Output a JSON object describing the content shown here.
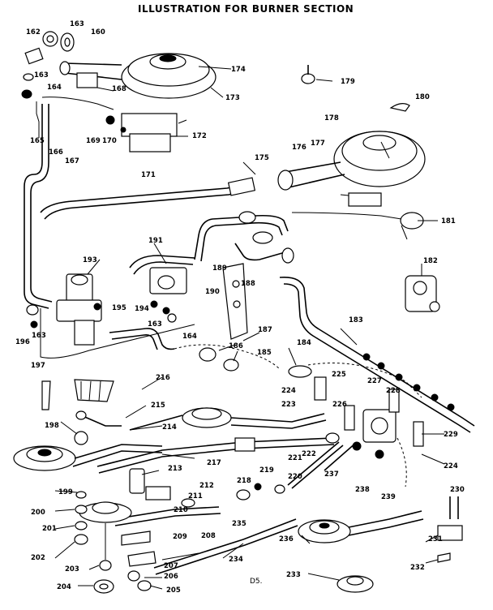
{
  "diagram": {
    "title": "ILLUSTRATION FOR BURNER SECTION",
    "page_number": "D5.",
    "part_labels": [
      "162",
      "163",
      "160",
      "174",
      "173",
      "163",
      "164",
      "168",
      "179",
      "180",
      "165",
      "169",
      "170",
      "172",
      "178",
      "176",
      "177",
      "166",
      "167",
      "175",
      "171",
      "181",
      "191",
      "193",
      "189",
      "188",
      "182",
      "196",
      "163",
      "195",
      "194",
      "163",
      "164",
      "190",
      "183",
      "187",
      "186",
      "185",
      "184",
      "197",
      "216",
      "215",
      "214",
      "223",
      "225",
      "224",
      "227",
      "228",
      "198",
      "226",
      "229",
      "222",
      "217",
      "221",
      "237",
      "224",
      "213",
      "220",
      "219",
      "238",
      "239",
      "199",
      "212",
      "211",
      "218",
      "210",
      "230",
      "200",
      "235",
      "201",
      "209",
      "208",
      "236",
      "231",
      "202",
      "234",
      "203",
      "207",
      "206",
      "204",
      "205",
      "233",
      "232"
    ]
  }
}
